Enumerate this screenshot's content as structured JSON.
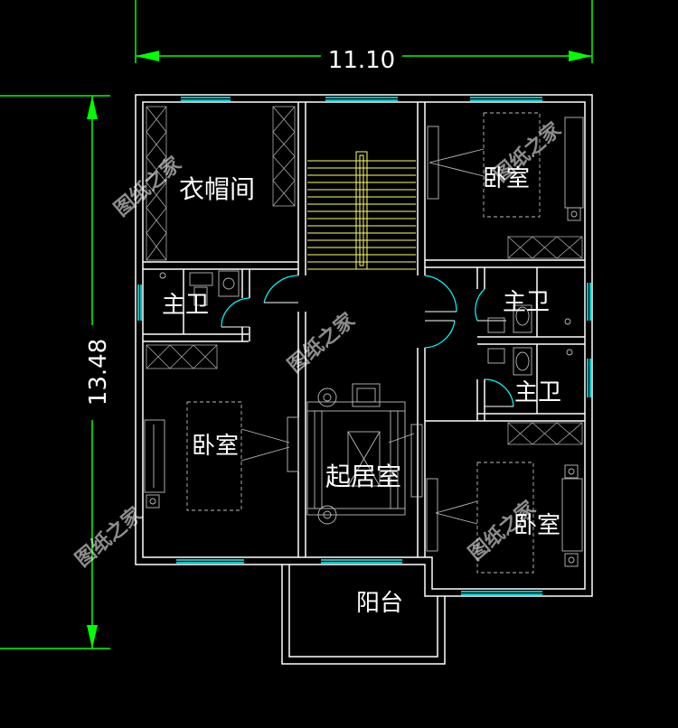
{
  "dimensions": {
    "width_label": "11.10",
    "height_label": "13.48"
  },
  "rooms": {
    "cloakroom": "衣帽间",
    "master_bath_left": "主卫",
    "bedroom_left": "卧室",
    "living_room": "起居室",
    "balcony": "阳台",
    "bedroom_top_right": "卧室",
    "master_bath_right_top": "主卫",
    "master_bath_right_bottom": "主卫",
    "bedroom_bottom_right": "卧室"
  },
  "watermark": "图纸之家",
  "colors": {
    "background": "#000000",
    "wall": "#ffffff",
    "dimension": "#00ff00",
    "window": "#00ffff",
    "stair": "#ffff66",
    "furniture": "#bbbbbb"
  }
}
